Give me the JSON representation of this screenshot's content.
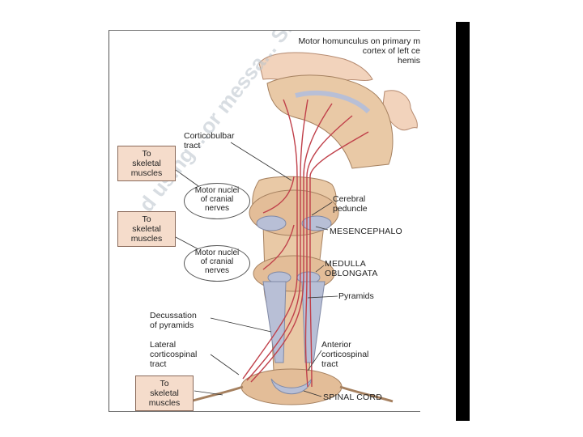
{
  "diagram": {
    "title_lines": [
      "Motor homunculus on primary m",
      "cortex of left ce",
      "hemis"
    ],
    "labels": {
      "corticobulbar": [
        "Corticobulbar",
        "tract"
      ],
      "cerebral_peduncle": [
        "Cerebral",
        "peduncle"
      ],
      "mesencephalon": "MESENCEPHALO",
      "medulla": [
        "MEDULLA",
        "OBLONGATA"
      ],
      "pyramids": "Pyramids",
      "decussation": [
        "Decussation",
        "of pyramids"
      ],
      "lateral_tract": [
        "Lateral",
        "corticospinal",
        "tract"
      ],
      "anterior_tract": [
        "Anterior",
        "corticospinal",
        "tract"
      ],
      "spinal_cord": "SPINAL CORD"
    },
    "boxes": [
      [
        "To",
        "skeletal",
        "muscles"
      ],
      [
        "To",
        "skeletal",
        "muscles"
      ],
      [
        "To",
        "skeletal",
        "muscles"
      ]
    ],
    "ovals": [
      [
        "Motor nuclei",
        "of cranial",
        "nerves"
      ],
      [
        "Motor nuclei",
        "of cranial",
        "nerves"
      ]
    ],
    "watermark": "...d using ...or messa... SmartDraw...",
    "colors": {
      "tract": "#c0404a",
      "tissue": "#e9c9a6",
      "gray_matter": "#b8bfd6",
      "box": "#f5dccb"
    }
  }
}
